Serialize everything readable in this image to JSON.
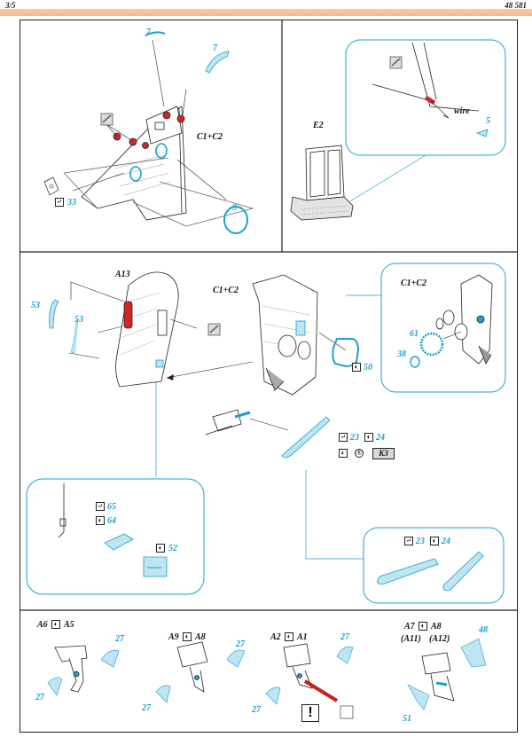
{
  "header": {
    "page_number": "3/5",
    "kit_number": "48 581"
  },
  "icons": [
    "fold-icon",
    "bend-icon",
    "glue-icon",
    "remove-icon",
    "warning-icon",
    "paint-icon"
  ],
  "panel_top_left": {
    "assembly_label": "C1+C2",
    "labels": {
      "p7a": "7",
      "p7b": "7",
      "p9": "9",
      "p33": "33"
    }
  },
  "panel_top_right": {
    "assembly_label": "E2",
    "labels": {
      "wire": "wire",
      "p5": "5"
    }
  },
  "panel_middle": {
    "assembly_a13": "A13",
    "assembly_c1c2": "C1+C2",
    "assembly_c1c2_inset": "C1+C2",
    "labels": {
      "p53a": "53",
      "p53b": "53",
      "p50": "50",
      "p23": "23",
      "p24": "24",
      "k3": "K3",
      "p61": "61",
      "p38": "38",
      "p65": "65",
      "p64": "64",
      "p52": "52",
      "p23b": "23",
      "p24b": "24"
    }
  },
  "panel_bottom": {
    "labels": {
      "a6": "A6",
      "a5": "A5",
      "a9": "A9",
      "a8": "A8",
      "a2": "A2",
      "a1": "A1",
      "a7": "A7",
      "a8b": "A8",
      "a11": "(A11)",
      "a12": "(A12)",
      "p27_1": "27",
      "p27_2": "27",
      "p27_3": "27",
      "p27_4": "27",
      "p27_5": "27",
      "p27_6": "27",
      "p48": "48",
      "p51": "51"
    },
    "warning_symbol": "!"
  }
}
